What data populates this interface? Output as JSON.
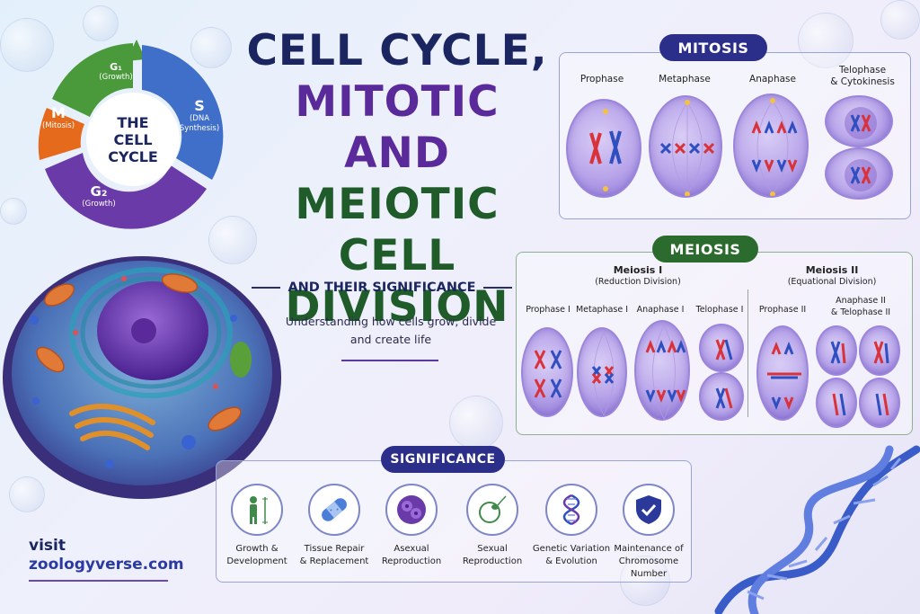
{
  "title": {
    "line1": "CELL CYCLE,",
    "line2": "MITOTIC AND",
    "line3": "MEIOTIC CELL",
    "line4": "DIVISION"
  },
  "subtitle": "AND THEIR SIGNIFICANCE",
  "tagline": "Understanding how cells grow, divide and create life",
  "cell_cycle": {
    "center_line1": "THE",
    "center_line2": "CELL",
    "center_line3": "CYCLE",
    "phases": [
      {
        "letter": "G₁",
        "desc": "(Growth)",
        "color": "#4a9a3c"
      },
      {
        "letter": "S",
        "desc": "(DNA Synthesis)",
        "color": "#3f6fc8"
      },
      {
        "letter": "G₂",
        "desc": "(Growth)",
        "color": "#6a3aa8"
      },
      {
        "letter": "M",
        "desc": "(Mitosis)",
        "color": "#e56a1c"
      }
    ],
    "s_desc1": "(DNA",
    "s_desc2": "Synthesis)"
  },
  "mitosis": {
    "title": "MITOSIS",
    "color": "#2b2f8a",
    "phases": [
      "Prophase",
      "Metaphase",
      "Anaphase",
      "Telophase & Cytokinesis"
    ],
    "telophase_line1": "Telophase",
    "telophase_line2": "& Cytokinesis"
  },
  "meiosis": {
    "title": "MEIOSIS",
    "color": "#2c6b2e",
    "meiosis1_title": "Meiosis I",
    "meiosis1_sub": "(Reduction Division)",
    "meiosis2_title": "Meiosis II",
    "meiosis2_sub": "(Equational Division)",
    "phases1": [
      "Prophase I",
      "Metaphase I",
      "Anaphase I",
      "Telophase I"
    ],
    "phase2_a": "Prophase II",
    "phase2_b1": "Anaphase II",
    "phase2_b2": "& Telophase II"
  },
  "significance": {
    "title": "SIGNIFICANCE",
    "color": "#2b2f8a",
    "items": [
      {
        "line1": "Growth &",
        "line2": "Development",
        "icon": "growth-icon"
      },
      {
        "line1": "Tissue Repair",
        "line2": "& Replacement",
        "icon": "bandage-icon"
      },
      {
        "line1": "Asexual",
        "line2": "Reproduction",
        "icon": "cells-icon"
      },
      {
        "line1": "Sexual",
        "line2": "Reproduction",
        "icon": "sperm-egg-icon"
      },
      {
        "line1": "Genetic Variation",
        "line2": "& Evolution",
        "icon": "dna-icon"
      },
      {
        "line1": "Maintenance of",
        "line2": "Chromosome Number",
        "icon": "shield-check-icon"
      }
    ]
  },
  "footer": {
    "visit": "visit",
    "site": "zoologyverse.com"
  },
  "colors": {
    "navy": "#1b2560",
    "purple": "#5b2a9a",
    "green": "#1f5c2a",
    "chrom_red": "#d8323a",
    "chrom_blue": "#2f4fc0"
  }
}
